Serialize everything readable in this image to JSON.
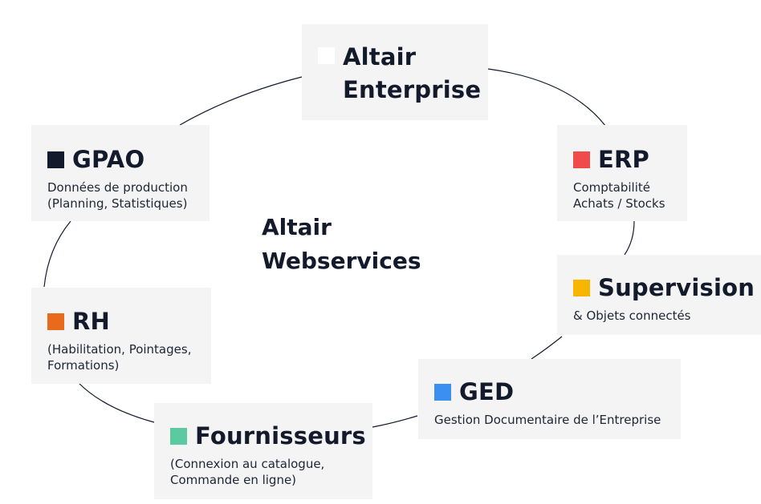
{
  "center": {
    "title": "Altair\nWebservices"
  },
  "cards": {
    "enterprise": {
      "title": "Altair\nEnterprise",
      "color": "#ffffff"
    },
    "gpao": {
      "title": "GPAO",
      "desc": "Données de production\n(Planning, Statistiques)",
      "color": "#131a2b"
    },
    "erp": {
      "title": "ERP",
      "desc": "Comptabilité\nAchats / Stocks",
      "color": "#f04a4a"
    },
    "supervision": {
      "title": "Supervision",
      "desc": "& Objets connectés",
      "color": "#f7b500"
    },
    "rh": {
      "title": "RH",
      "desc": "(Habilitation, Pointages,\nFormations)",
      "color": "#ea6a1d"
    },
    "ged": {
      "title": "GED",
      "desc": "Gestion Documentaire de l’Entreprise",
      "color": "#3b8ff0"
    },
    "fournisseurs": {
      "title": "Fournisseurs",
      "desc": "(Connexion au catalogue,\nCommande en ligne)",
      "color": "#5ccaa0"
    }
  }
}
